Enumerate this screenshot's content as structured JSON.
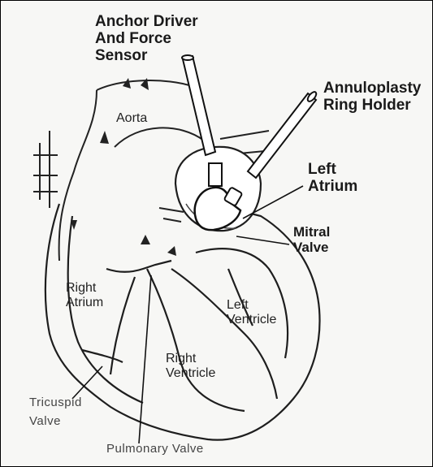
{
  "labels": {
    "anchor_driver": [
      "Anchor Driver",
      "And Force",
      "Sensor"
    ],
    "ring_holder": [
      "Annuloplasty",
      "Ring Holder"
    ],
    "left_atrium": [
      "Left",
      "Atrium"
    ],
    "mitral_valve": [
      "Mitral",
      "Valve"
    ],
    "aorta": "Aorta",
    "right_atrium": [
      "Right",
      "Atrium"
    ],
    "left_ventricle": [
      "Left",
      "Ventricle"
    ],
    "right_ventricle": [
      "Right",
      "Ventricle"
    ],
    "tricuspid_valve": [
      "Tricuspid",
      "Valve"
    ],
    "pulmonary_valve": "Pulmonary Valve"
  }
}
